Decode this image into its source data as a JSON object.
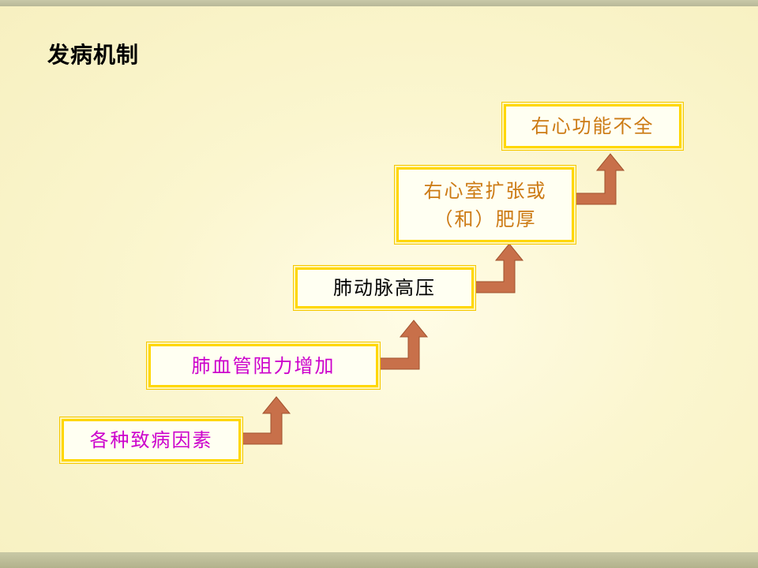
{
  "title": "发病机制",
  "steps": [
    {
      "text": "各种致病因素",
      "color": "#cc00cc"
    },
    {
      "text": "肺血管阻力增加",
      "color": "#cc00cc"
    },
    {
      "text": "肺动脉高压",
      "color": "#000000"
    },
    {
      "text": "右心室扩张或\n（和）肥厚",
      "color": "#cc7a14"
    },
    {
      "text": "右心功能不全",
      "color": "#cc7a14"
    }
  ],
  "colors": {
    "arrow_fill": "#c8704a",
    "arrow_stroke": "#a0522d",
    "box_border": "#ffd700"
  }
}
